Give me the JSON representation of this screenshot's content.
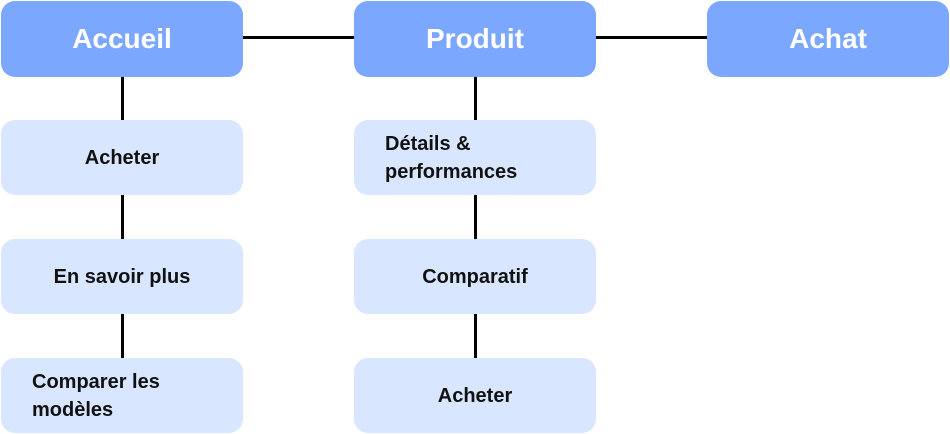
{
  "diagram": {
    "top_nodes": [
      {
        "label": "Accueil"
      },
      {
        "label": "Produit"
      },
      {
        "label": "Achat"
      }
    ],
    "accueil_children": [
      {
        "label": "Acheter"
      },
      {
        "label": "En savoir plus"
      },
      {
        "label": "Comparer les\nmodèles"
      }
    ],
    "produit_children": [
      {
        "label": "Détails &\nperformances"
      },
      {
        "label": "Comparatif"
      },
      {
        "label": "Acheter"
      }
    ]
  },
  "colors": {
    "primary_node": "#7ba7ff",
    "secondary_node": "#d9e6ff",
    "connector": "#000000",
    "primary_text": "#ffffff",
    "secondary_text": "#111111"
  }
}
